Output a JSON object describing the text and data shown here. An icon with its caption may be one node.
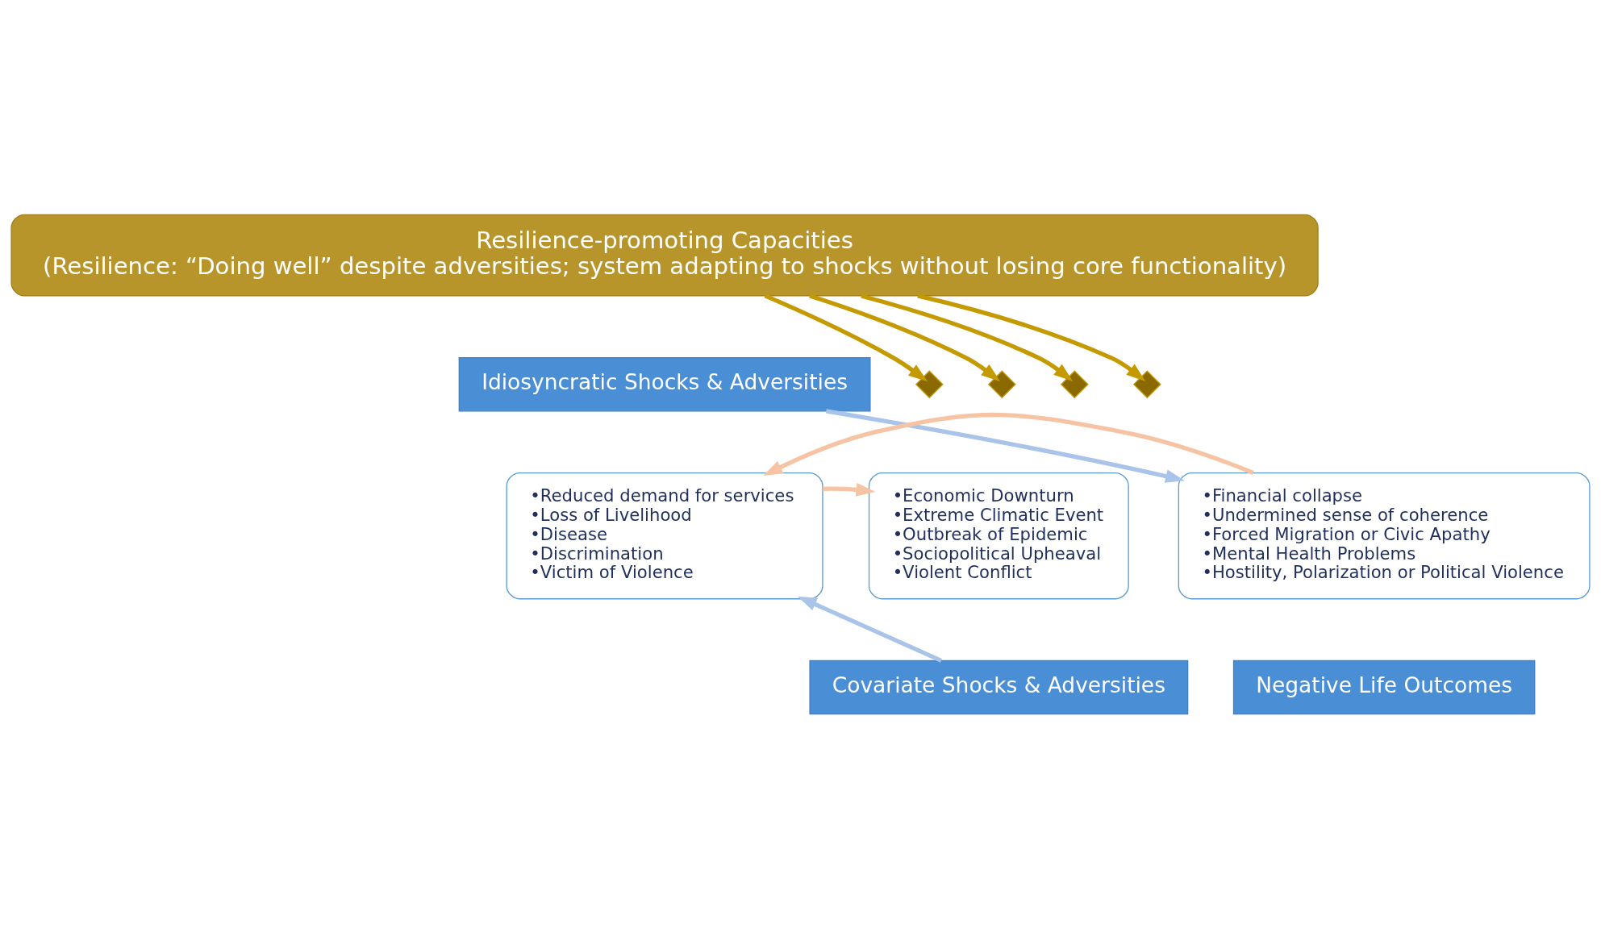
{
  "diagram": {
    "nodes": [
      {
        "text": [
          "Resilience-promoting Capacities",
          "(Resilience: “Doing well” despite adversities; system adapting to shocks without losing core functionality)"
        ]
      },
      {
        "text": [
          "•Economic Downturn",
          "•Extreme Climatic Event",
          "•Outbreak of Epidemic",
          "•Sociopolitical Upheaval",
          "•Violent Conflict"
        ]
      },
      {
        "text": [
          "Covariate Shocks & Adversities"
        ]
      },
      {
        "text": [
          "Idiosyncratic Shocks & Adversities"
        ]
      },
      {
        "text": [
          "•Reduced demand for services",
          "•Loss of Livelihood",
          "•Disease",
          "•Discrimination",
          "•Victim of Violence"
        ]
      },
      {
        "text": [
          "•Financial collapse",
          "•Undermined sense of coherence",
          "•Forced Migration or Civic Apathy",
          "•Mental Health Problems",
          "•Hostility, Polarization or Political Violence"
        ]
      },
      {
        "text": [
          "Negative Life Outcomes"
        ]
      },
      {
        "text": [],
        "shape": "cross"
      },
      {
        "text": [],
        "shape": "cross"
      },
      {
        "text": [],
        "shape": "cross"
      },
      {
        "text": [],
        "shape": "cross"
      }
    ],
    "edges": [
      {
        "from": 2,
        "to": 4,
        "arrow": "to",
        "color": "#a9c4e8"
      },
      {
        "from": 4,
        "to": 1,
        "arrow": "to",
        "color": "#f6c4a4"
      },
      {
        "from": 3,
        "to": 5,
        "arrow": "to",
        "color": "#a9c4e8"
      },
      {
        "from": 5,
        "to": 4,
        "arrow": "to",
        "color": "#f6c4a4"
      },
      {
        "from": 0,
        "to": 7,
        "arrow": "to",
        "color": "#c49a00"
      },
      {
        "from": 0,
        "to": 8,
        "arrow": "to",
        "color": "#c49a00"
      },
      {
        "from": 0,
        "to": 9,
        "arrow": "to",
        "color": "#c49a00"
      },
      {
        "from": 0,
        "to": 10,
        "arrow": "to",
        "color": "#c49a00"
      }
    ]
  }
}
